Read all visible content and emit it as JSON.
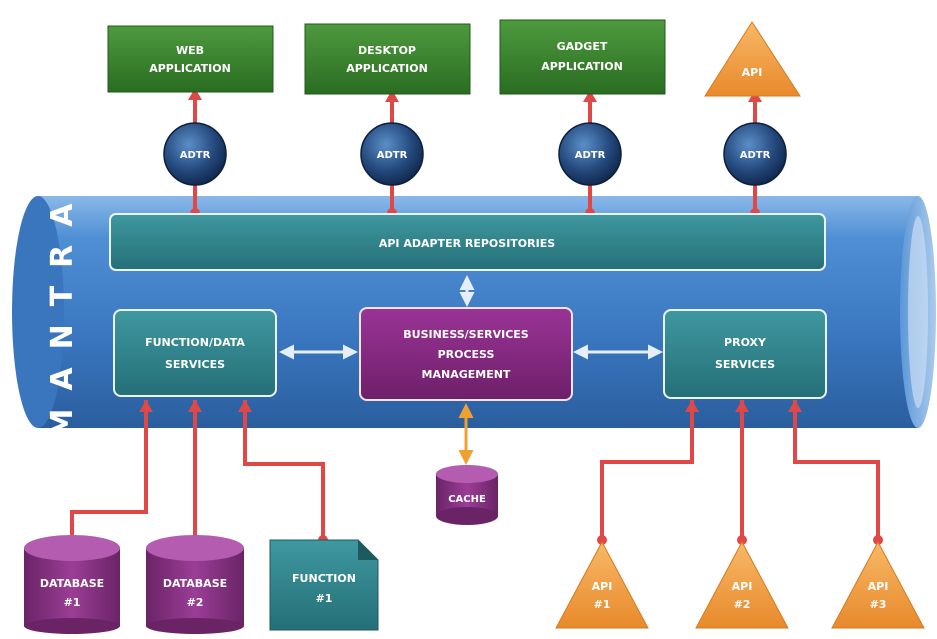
{
  "side_label": "MANTRA",
  "top_apps": [
    {
      "line1": "WEB",
      "line2": "APPLICATION"
    },
    {
      "line1": "DESKTOP",
      "line2": "APPLICATION"
    },
    {
      "line1": "GADGET",
      "line2": "APPLICATION"
    }
  ],
  "top_api": "API",
  "adapters": [
    "ADTR",
    "ADTR",
    "ADTR",
    "ADTR"
  ],
  "repository_label": "API ADAPTER REPOSITORIES",
  "function_services": {
    "line1": "FUNCTION/DATA",
    "line2": "SERVICES"
  },
  "business_process": {
    "line1": "BUSINESS/SERVICES",
    "line2": "PROCESS",
    "line3": "MANAGEMENT"
  },
  "proxy_services": {
    "line1": "PROXY",
    "line2": "SERVICES"
  },
  "cache": "CACHE",
  "databases": [
    {
      "line1": "DATABASE",
      "line2": "#1"
    },
    {
      "line1": "DATABASE",
      "line2": "#2"
    }
  ],
  "function_doc": {
    "line1": "FUNCTION",
    "line2": "#1"
  },
  "bottom_apis": [
    {
      "line1": "API",
      "line2": "#1"
    },
    {
      "line1": "API",
      "line2": "#2"
    },
    {
      "line1": "API",
      "line2": "#3"
    }
  ],
  "colors": {
    "pipe": "#3f7fc6",
    "teal_box": "#2e8a93",
    "purple_box": "#8a2a86",
    "green_box": "#2f7d2a",
    "orange_api": "#f2a04a",
    "connector": "#e04848",
    "arrow_light": "#dfe9f5",
    "arrow_orange": "#f0a030"
  }
}
